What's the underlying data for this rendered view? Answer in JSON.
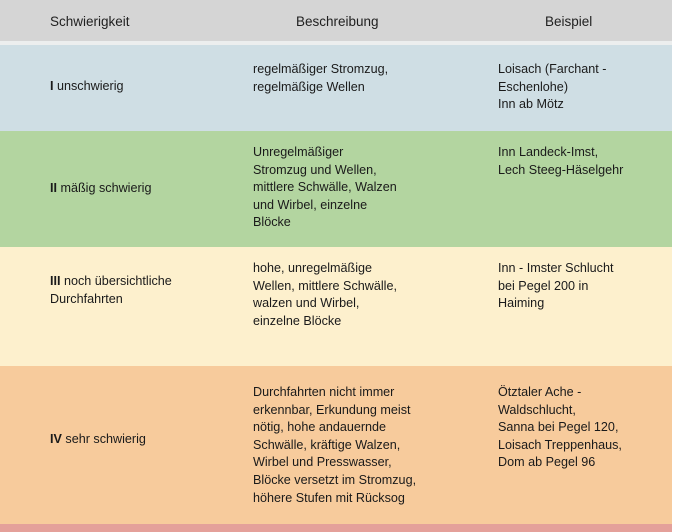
{
  "table": {
    "columns": [
      "Schwierigkeit",
      "Beschreibung",
      "Beispiel"
    ],
    "colors": {
      "header_bg": "#d5d5d5",
      "header_sep": "#eceeee",
      "row_1_bg": "#cfdee4",
      "row_2_bg": "#b3d5a0",
      "row_3_bg": "#fdf0cd",
      "row_4_bg": "#f7cb9c",
      "bottom_strip": "#e4a09a",
      "text": "#1a1a1a"
    },
    "rows": [
      {
        "level_num": "I",
        "level_text": " unschwierig",
        "description": "regelmäßiger Stromzug,\nregelmäßige Wellen",
        "example": "Loisach (Farchant -\nEschenlohe)\nInn ab Mötz"
      },
      {
        "level_num": "II",
        "level_text": " mäßig schwierig",
        "description": "Unregelmäßiger\nStromzug und Wellen,\nmittlere Schwälle, Walzen\nund Wirbel, einzelne\nBlöcke",
        "example": "Inn Landeck-Imst,\nLech Steeg-Häselgehr"
      },
      {
        "level_num": "III",
        "level_text": " noch übersichtliche\nDurchfahrten",
        "description": "hohe, unregelmäßige\nWellen, mittlere Schwälle,\nwalzen und Wirbel,\neinzelne Blöcke",
        "example": "Inn - Imster Schlucht\nbei Pegel 200 in\nHaiming"
      },
      {
        "level_num": "IV",
        "level_text": " sehr schwierig",
        "description": "Durchfahrten nicht immer\nerkennbar, Erkundung meist\nnötig, hohe andauernde\nSchwälle, kräftige Walzen,\nWirbel und Presswasser,\nBlöcke versetzt im Stromzug,\nhöhere Stufen mit Rücksog",
        "example": "Ötztaler Ache -\nWaldschlucht,\nSanna bei Pegel 120,\nLoisach Treppenhaus,\nDom ab Pegel 96"
      }
    ]
  }
}
